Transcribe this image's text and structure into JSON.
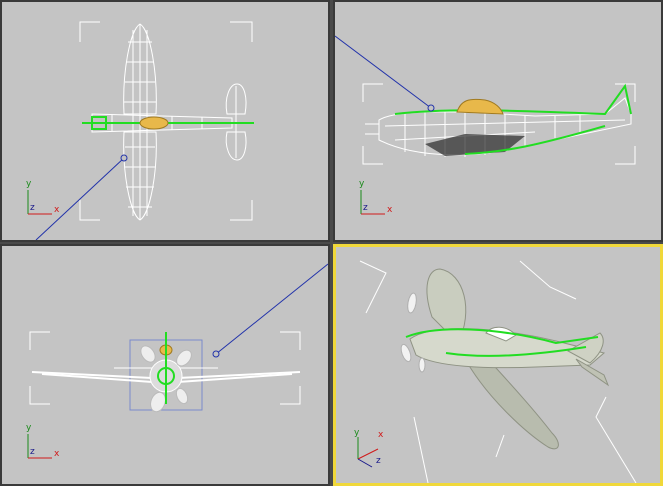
{
  "viewports": {
    "top": {
      "axes": {
        "x": "x",
        "y": "y",
        "z": "z"
      }
    },
    "left": {
      "axes": {
        "x": "x",
        "y": "y",
        "z": "z"
      }
    },
    "front": {
      "axes": {
        "x": "x",
        "y": "y",
        "z": "z"
      }
    },
    "perspective": {
      "axes": {
        "x": "x",
        "y": "y",
        "z": "z"
      },
      "active": true
    }
  },
  "colors": {
    "viewport_bg": "#c4c4c4",
    "active_border": "#f0d83a",
    "wireframe": "#ffffff",
    "selection_green": "#22dd22",
    "canopy": "#e8b84a",
    "camera_line": "#2233aa",
    "bracket": "#ffffff",
    "axis_x": "#d01a1a",
    "axis_y": "#1a8a1a",
    "axis_z": "#1a1a8a"
  }
}
